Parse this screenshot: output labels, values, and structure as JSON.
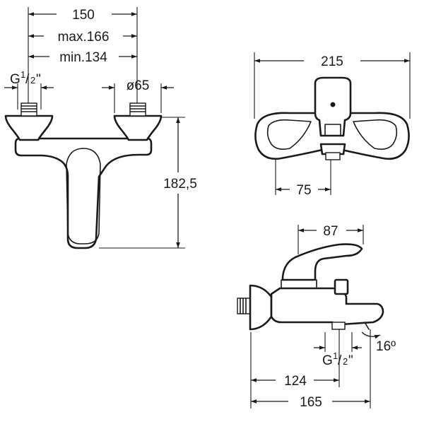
{
  "front_view": {
    "overall_width": "150",
    "max_width": "max.166",
    "min_width": "min.134",
    "thread_prefix": "G",
    "thread_num": "1",
    "thread_den": "2",
    "thread_suffix": "\"",
    "flange_diameter": "ø65",
    "height": "182,5"
  },
  "top_view": {
    "overall_width": "215",
    "outlet_offset": "75"
  },
  "side_view": {
    "handle_depth": "87",
    "outlet_depth": "124",
    "overall_depth": "165",
    "spout_angle": "16º",
    "thread_prefix": "G",
    "thread_num": "1",
    "thread_den": "2",
    "thread_suffix": "\""
  }
}
